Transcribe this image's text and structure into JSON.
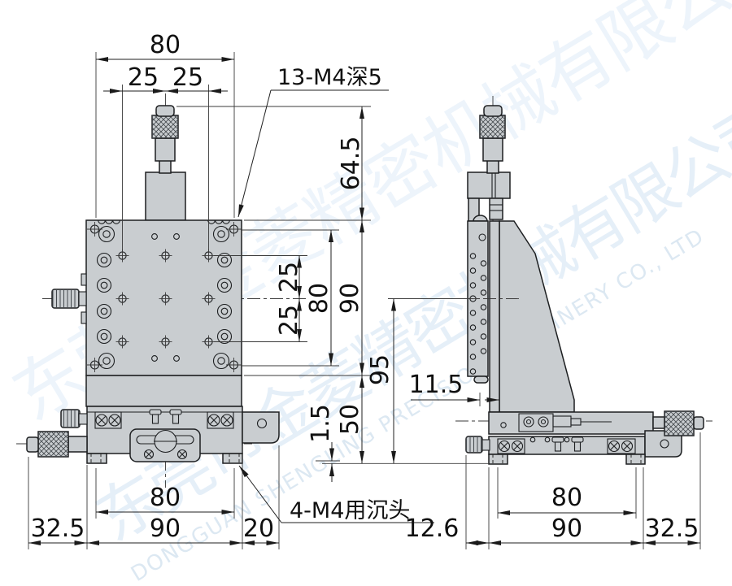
{
  "watermark": {
    "company_cn": "东莞市金菱精密机械有限公司",
    "company_en": "DONGGUAN SHENGLING PRECISION MACHINERY CO., LTD",
    "color_cn": "#e5eff8",
    "color_cn_light": "#edf4fb",
    "color_en": "#dce8f2"
  },
  "front": {
    "top_width": "80",
    "top_left": "25",
    "top_right": "25",
    "thread_note": "13-M4深5",
    "mic_height": "64.5",
    "row_upper": "25",
    "row_lower": "25",
    "hole_rows_span": "80",
    "face_height": "90",
    "base_height": "50",
    "lip": "1.5",
    "bottom_hole_span": "80",
    "mic_overhang": "32.5",
    "base_width": "90",
    "arm_ext": "20",
    "countersink_note": "4-M4用沉头"
  },
  "side": {
    "center_height": "95",
    "center_offset": "11.5",
    "hole_span": "80",
    "edge_offset": "12.6",
    "base_width": "90",
    "mic_overhang": "32.5"
  }
}
